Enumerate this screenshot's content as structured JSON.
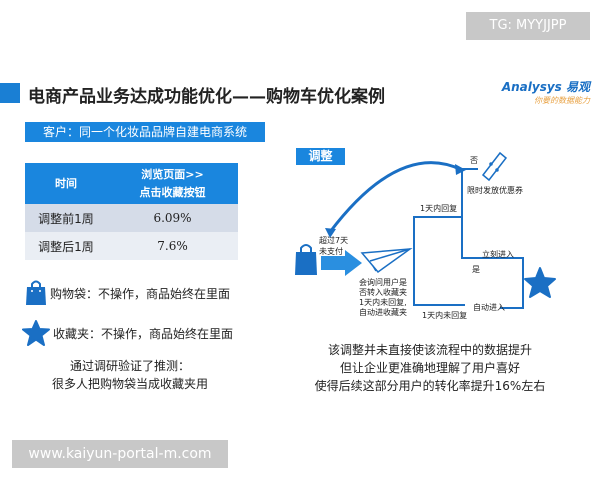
{
  "title": "电商产品业务达成功能优化——购物车优化案例",
  "logo": {
    "brand": "Analysys 易观",
    "tagline": "你要的数据能力"
  },
  "client": "客户：同一个化妆品品牌自建电商系统",
  "table": {
    "headers": [
      "时间",
      "浏览页面>>\n点击收藏按钮"
    ],
    "header_col2_line1": "浏览页面>>",
    "header_col2_line2": "点击收藏按钮",
    "rows": [
      [
        "调整前1周",
        "6.09%"
      ],
      [
        "调整后1周",
        "7.6%"
      ]
    ]
  },
  "legend": [
    {
      "icon": "shopping-bag-icon",
      "text": "购物袋：不操作，商品始终在里面"
    },
    {
      "icon": "star-icon",
      "text": "收藏夹：不操作，商品始终在里面"
    }
  ],
  "conclusion": [
    "通过调研验证了推测：",
    "很多人把购物袋当成收藏夹用"
  ],
  "diagram": {
    "label": "调整",
    "unpaid": [
      "超过7天",
      "未支付"
    ],
    "ask": [
      "会询问用户是",
      "否转入收藏夹",
      "1天内未回复,",
      "自动进收藏夹"
    ],
    "reply": "1天内回复",
    "no_reply": "1天内未回复",
    "no": "否",
    "coupon": "限时发放优惠券",
    "yes": "是",
    "enter_now": "立刻进入",
    "auto_enter": "自动进入"
  },
  "summary": [
    "该调整并未直接使该流程中的数据提升",
    "但让企业更准确地理解了用户喜好",
    "使得后续这部分用户的转化率提升16%左右"
  ],
  "watermarks": {
    "top": "TG: MYYJJPP",
    "bottom": "www.kaiyun-portal-m.com"
  },
  "colors": {
    "accent": "#1a86de",
    "dark_blue": "#1a6fc4"
  }
}
